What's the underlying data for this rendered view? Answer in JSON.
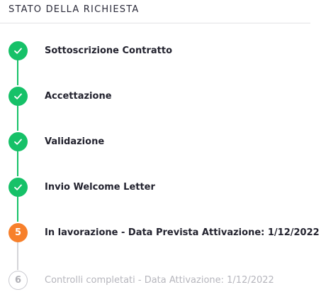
{
  "header": {
    "title": "STATO DELLA RICHIESTA"
  },
  "colors": {
    "done": "#16c168",
    "current": "#f7802b",
    "todo": "#c9c9cf"
  },
  "steps": [
    {
      "label": "Sottoscrizione Contratto",
      "status": "done",
      "icon": "check-icon"
    },
    {
      "label": "Accettazione",
      "status": "done",
      "icon": "check-icon"
    },
    {
      "label": "Validazione",
      "status": "done",
      "icon": "check-icon"
    },
    {
      "label": "Invio Welcome Letter",
      "status": "done",
      "icon": "check-icon"
    },
    {
      "label": "In lavorazione - Data Prevista Attivazione: 1/12/2022",
      "status": "current",
      "number": "5"
    },
    {
      "label": "Controlli completati - Data Attivazione: 1/12/2022",
      "status": "todo",
      "number": "6"
    }
  ]
}
